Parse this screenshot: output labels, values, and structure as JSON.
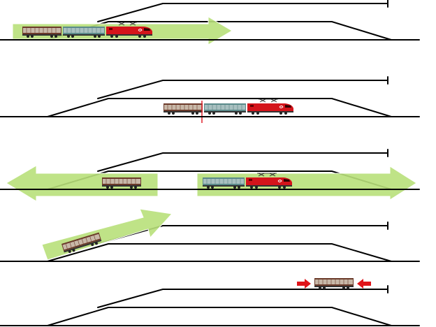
{
  "diagram": {
    "panel_count": 5,
    "colors": {
      "track": "#000000",
      "arrow_fill": "#b8e07a",
      "arrow_stroke": "#ffffff",
      "locomotive": "#d4141b",
      "wagon_brown": "#6b3a2a",
      "wagon_teal": "#5a8a8a",
      "separator_line": "#e0202a",
      "push_arrow": "#e0141a"
    },
    "steps": [
      {
        "name": "train-approaching",
        "direction": "right"
      },
      {
        "name": "train-stopped-uncoupling",
        "direction": "none"
      },
      {
        "name": "train-and-wagon-separating",
        "direction": "both"
      },
      {
        "name": "wagon-shunted-to-siding",
        "direction": "up-right"
      },
      {
        "name": "wagon-stopped-at-buffer",
        "direction": "none"
      }
    ]
  }
}
